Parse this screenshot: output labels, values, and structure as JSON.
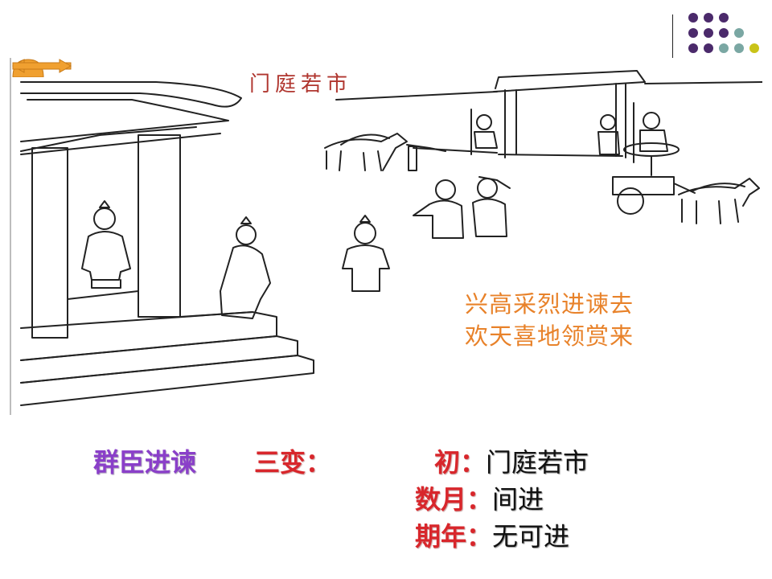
{
  "scene": {
    "title": "门庭若市",
    "poem": [
      "兴高采烈进谏去",
      "欢天喜地领赏来"
    ]
  },
  "nav": {
    "home_icon": "circle-button",
    "prev_icon": "arrow-left",
    "next_icon": "arrow-right",
    "accent": "#f0a030"
  },
  "decor": {
    "dot_colors": [
      "#4b2a6b",
      "#7aa7a3",
      "#c9c318"
    ]
  },
  "captions": {
    "section": "群臣进谏",
    "changes": "三变："
  },
  "stages": [
    {
      "label": "初：",
      "value": "门庭若市"
    },
    {
      "label": "数月：",
      "value": "间进"
    },
    {
      "label": "期年：",
      "value": "无可进"
    }
  ]
}
